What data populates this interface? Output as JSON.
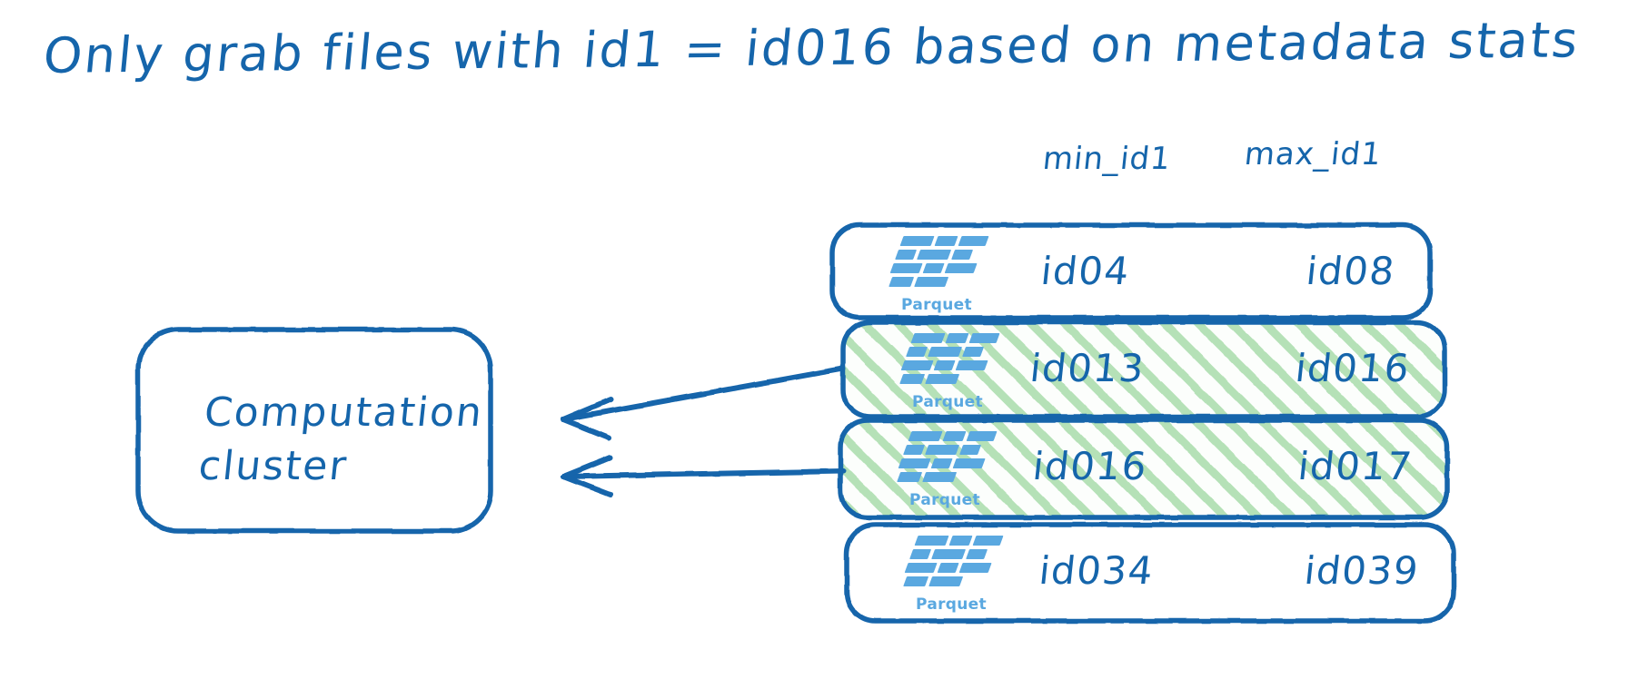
{
  "title": "Only grab files with id1 = id016 based on metadata stats",
  "palette": {
    "stroke_blue": "#1565ab",
    "logo_blue": "#5aa8e0",
    "hatch_green": "#a8dcab",
    "background": "#ffffff"
  },
  "cluster": {
    "label": "Computation\ncluster",
    "name": "computation-cluster"
  },
  "table": {
    "headers": {
      "min": "min_id1",
      "max": "max_id1"
    },
    "rows": [
      {
        "icon_label": "Parquet",
        "min_id1": "id04",
        "max_id1": "id08",
        "selected": false
      },
      {
        "icon_label": "Parquet",
        "min_id1": "id013",
        "max_id1": "id016",
        "selected": true
      },
      {
        "icon_label": "Parquet",
        "min_id1": "id016",
        "max_id1": "id017",
        "selected": true
      },
      {
        "icon_label": "Parquet",
        "min_id1": "id034",
        "max_id1": "id039",
        "selected": false
      }
    ]
  },
  "arrows": [
    {
      "from_row": 2,
      "to": "computation-cluster"
    },
    {
      "from_row": 3,
      "to": "computation-cluster"
    }
  ],
  "icons": {
    "parquet": "parquet-logo-icon"
  }
}
